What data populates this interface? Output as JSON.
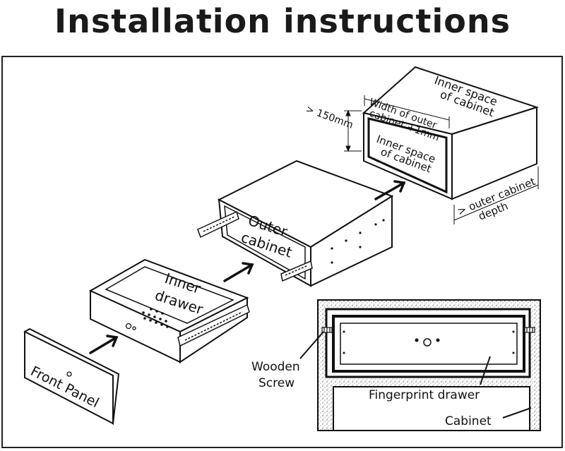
{
  "title": "Installation instructions",
  "labels": {
    "front_panel": "Front Panel",
    "inner_drawer_line1": "Inner",
    "inner_drawer_line2": "drawer",
    "outer_cabinet_line1": "Outer",
    "outer_cabinet_line2": "cabinet",
    "inner_space_top_line1": "Inner space",
    "inner_space_top_line2": "of cabinet",
    "inner_space_front_line1": "Inner space",
    "inner_space_front_line2": "of cabinet",
    "width_line1": "Width of outer",
    "width_line2": "cabinet +1mm",
    "height_min": "> 150mm",
    "depth_line1": "> outer cabinet",
    "depth_line2": "depth",
    "wooden_screw_line1": "Wooden",
    "wooden_screw_line2": "Screw",
    "fingerprint_drawer": "Fingerprint drawer",
    "cabinet": "Cabinet"
  }
}
